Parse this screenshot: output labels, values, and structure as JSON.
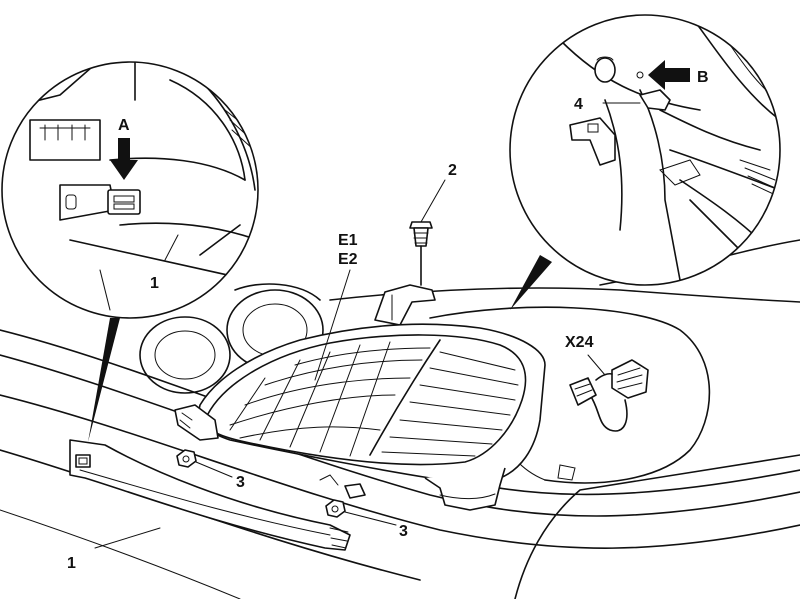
{
  "labels": {
    "part_1_inset": "1",
    "part_1_main": "1",
    "part_2": "2",
    "part_3_upper": "3",
    "part_3_lower": "3",
    "part_4": "4",
    "e1": "E1",
    "e2": "E2",
    "x24": "X24",
    "arrow_a": "A",
    "arrow_b": "B"
  },
  "colors": {
    "ink": "#111111",
    "paper": "#ffffff"
  }
}
